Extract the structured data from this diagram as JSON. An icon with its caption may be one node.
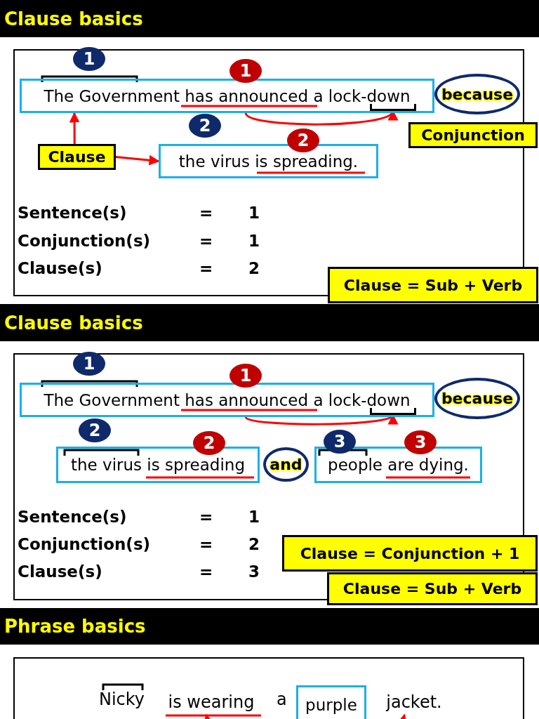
{
  "diagram": {
    "nodes": [
      {
        "text": [
          "Clause basics"
        ]
      },
      {
        "text": [
          "1"
        ]
      },
      {
        "text": [
          "1"
        ]
      },
      {
        "text": [
          "The Government has announced a lock-down"
        ]
      },
      {
        "text": [],
        "shape": "bracket",
        "in": 3
      },
      {
        "text": [
          "because"
        ]
      },
      {
        "text": [
          "Conjunction"
        ]
      },
      {
        "text": [
          "2"
        ]
      },
      {
        "text": [
          "2"
        ]
      },
      {
        "text": [
          "Clause"
        ]
      },
      {
        "text": [
          "the virus is spreading."
        ]
      },
      {
        "text": [
          "Clause = Sub + Verb"
        ]
      },
      {
        "text": [
          "Clause basics"
        ]
      },
      {
        "text": [
          "1"
        ]
      },
      {
        "text": [
          "1"
        ]
      },
      {
        "text": [
          "The Government has announced a lock-down"
        ]
      },
      {
        "text": [],
        "shape": "bracket",
        "in": 15
      },
      {
        "text": [
          "because"
        ]
      },
      {
        "text": [
          "2"
        ]
      },
      {
        "text": [
          "2"
        ]
      },
      {
        "text": [
          "the virus is spreading"
        ]
      },
      {
        "text": [
          "and"
        ]
      },
      {
        "text": [
          "3"
        ]
      },
      {
        "text": [
          "3"
        ]
      },
      {
        "text": [
          "people are dying."
        ]
      },
      {
        "text": [
          "Clause = Conjunction + 1"
        ]
      },
      {
        "text": [
          "Clause = Sub + Verb"
        ]
      },
      {
        "text": [
          "Phrase basics"
        ]
      },
      {
        "text": [
          "is wearing"
        ]
      },
      {
        "text": [
          "purple"
        ]
      },
      {
        "text": [
          "jacket."
        ]
      }
    ],
    "edges": [
      {
        "from": 9,
        "to": 3,
        "arrow": "to"
      },
      {
        "from": 9,
        "to": 10,
        "arrow": "to"
      },
      {
        "from": 3,
        "to": 4,
        "arrow": "to"
      },
      {
        "from": 15,
        "to": 16,
        "arrow": "to"
      },
      {
        "from": null,
        "to": 28,
        "arrow": "to"
      },
      {
        "from": null,
        "to": 30,
        "arrow": "to"
      }
    ],
    "labels": [
      "Sentence(s)",
      "=",
      "1",
      "Conjunction(s)",
      "=",
      "1",
      "Clause(s)",
      "=",
      "2",
      "Sentence(s)",
      "=",
      "1",
      "Conjunction(s)",
      "=",
      "2",
      "Clause(s)",
      "=",
      "3",
      "Nicky",
      "a"
    ]
  }
}
